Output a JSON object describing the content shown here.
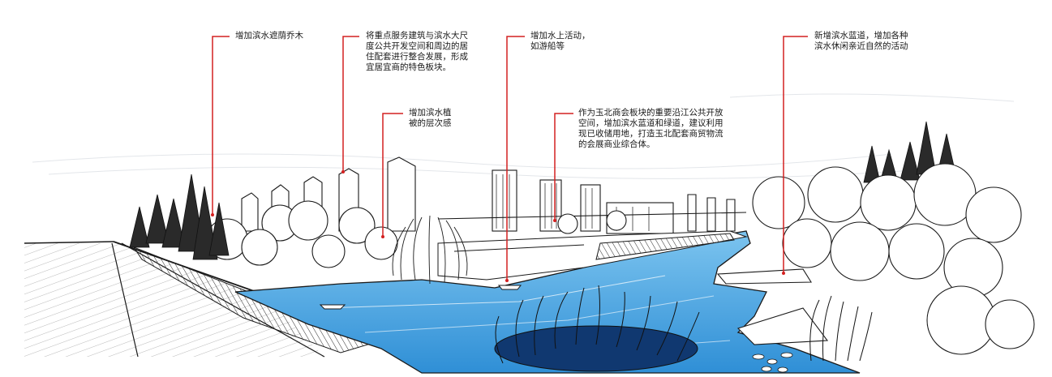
{
  "annotations": [
    {
      "text": "增加滨水遮荫乔木"
    },
    {
      "text": "将重点服务建筑与滨水大尺\n度公共开发空间和周边的居\n住配套进行整合发展，形成\n宜居宜商的特色板块。"
    },
    {
      "text": "增加滨水植\n被的层次感"
    },
    {
      "text": "增加水上活动，\n如游船等"
    },
    {
      "text": "作为玉北商会板块的重要沿江公共开放\n空间，增加滨水蓝道和绿道，建议利用\n现已收储用地，打造玉北配套商贸物流\n的会展商业综合体。"
    },
    {
      "text": "新增滨水蓝道，增加各种\n滨水休闲亲近自然的活动"
    }
  ],
  "colors": {
    "leader": "#d42020",
    "water": "#3fa3df",
    "water_dark": "#1f6fb8",
    "ink": "#1a1a1a"
  }
}
